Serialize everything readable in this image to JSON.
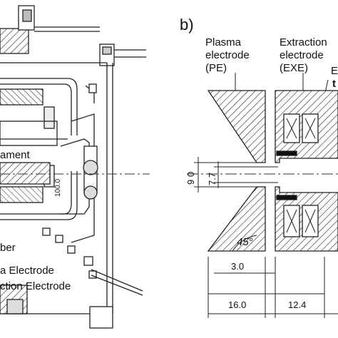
{
  "panel_b_label": "b)",
  "left_labels": {
    "filament": "ament",
    "chamber": "ber",
    "plasma_electrode": "a Electrode",
    "extraction_electrode": "ction Electrode",
    "dim_100": "100.0"
  },
  "right_labels": {
    "pe_line1": "Plasma",
    "pe_line2": "electrode",
    "pe_line3": "(PE)",
    "exe_line1": "Extraction",
    "exe_line2": "electrode",
    "exe_line3": "(EXE)",
    "cut1": "E",
    "cut2": "t",
    "angle": "45°",
    "dim_9": "9",
    "dim_0": "0",
    "dim_77": "7.7",
    "dim_30": "3.0",
    "dim_160": "16.0",
    "dim_124": "12.4"
  }
}
